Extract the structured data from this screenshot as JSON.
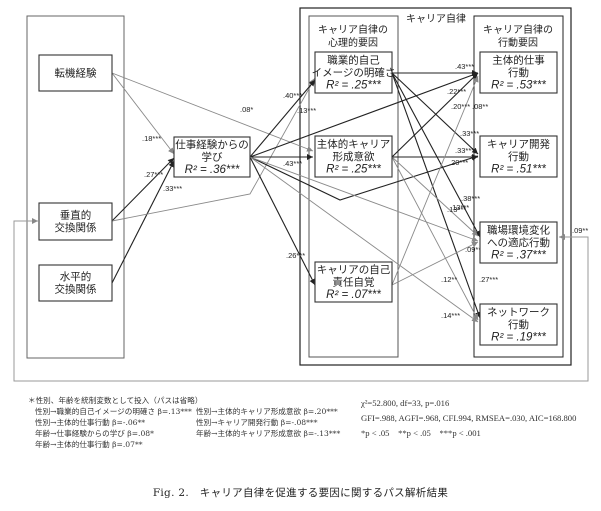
{
  "figure": {
    "caption": "Fig. 2.　キャリア自律を促進する要因に関するパス解析結果"
  },
  "groups": {
    "career_autonomy": "キャリア自律",
    "psychological": [
      "キャリア自律の",
      "心理的要因"
    ],
    "behavioral": [
      "キャリア自律の",
      "行動要因"
    ]
  },
  "nodes": {
    "tenki": {
      "lines": [
        "転機経験"
      ],
      "r2": ""
    },
    "suichoku": {
      "lines": [
        "垂直的",
        "交換関係"
      ],
      "r2": ""
    },
    "suihei": {
      "lines": [
        "水平的",
        "交換関係"
      ],
      "r2": ""
    },
    "manabi": {
      "lines": [
        "仕事経験からの",
        "学び"
      ],
      "r2": "R² = .36***"
    },
    "shokugyo": {
      "lines": [
        "職業的自己",
        "イメージの明確さ"
      ],
      "r2": "R² = .25***"
    },
    "shutai_career": {
      "lines": [
        "主体的キャリア",
        "形成意欲"
      ],
      "r2": "R² = .25***"
    },
    "jiko_sekinin": {
      "lines": [
        "キャリアの自己",
        "責任自覚"
      ],
      "r2": "R² = .07***"
    },
    "shutai_shigoto": {
      "lines": [
        "主体的仕事",
        "行動"
      ],
      "r2": "R² = .53***"
    },
    "career_kaihatsu": {
      "lines": [
        "キャリア開発",
        "行動"
      ],
      "r2": "R² = .51***"
    },
    "shokuba": {
      "lines": [
        "職場環境変化",
        "への適応行動"
      ],
      "r2": "R² = .37***"
    },
    "network": {
      "lines": [
        "ネットワーク",
        "行動"
      ],
      "r2": "R² = .19***"
    }
  },
  "paths": [
    {
      "from": "tenki",
      "to": "manabi",
      "coef": ".18***",
      "style": "gray"
    },
    {
      "from": "tenki",
      "to": "shutai_career",
      "coef": ".08*",
      "style": "gray"
    },
    {
      "from": "suichoku",
      "to": "manabi",
      "coef": ".27***",
      "style": "black"
    },
    {
      "from": "suihei",
      "to": "manabi",
      "coef": ".33***",
      "style": "black"
    },
    {
      "from": "suichoku",
      "to": "shokugyo",
      "coef": ".13***",
      "style": "gray"
    },
    {
      "from": "manabi",
      "to": "shokugyo",
      "coef": ".40***",
      "style": "black"
    },
    {
      "from": "manabi",
      "to": "shutai_career",
      "coef": ".43***",
      "style": "black"
    },
    {
      "from": "manabi",
      "to": "jiko_sekinin",
      "coef": ".26***",
      "style": "black"
    },
    {
      "from": "manabi",
      "to": "shutai_shigoto",
      "coef": ".22***",
      "style": "black"
    },
    {
      "from": "manabi",
      "to": "career_kaihatsu",
      "coef": ".20***",
      "style": "black"
    },
    {
      "from": "manabi",
      "to": "shokuba",
      "coef": ".13***",
      "style": "gray"
    },
    {
      "from": "manabi",
      "to": "network",
      "coef": ".14***",
      "style": "gray"
    },
    {
      "from": "shokugyo",
      "to": "shutai_shigoto",
      "coef": ".43***",
      "style": "black"
    },
    {
      "from": "shokugyo",
      "to": "career_kaihatsu",
      "coef": ".33***",
      "style": "black"
    },
    {
      "from": "shokugyo",
      "to": "shokuba",
      "coef": ".38***",
      "style": "black"
    },
    {
      "from": "shokugyo",
      "to": "network",
      "coef": ".27***",
      "style": "black"
    },
    {
      "from": "shutai_career",
      "to": "shutai_shigoto",
      "coef": ".20***",
      "style": "black"
    },
    {
      "from": "shutai_career",
      "to": "career_kaihatsu",
      "coef": ".33***",
      "style": "black"
    },
    {
      "from": "shutai_career",
      "to": "shokuba",
      "coef": ".13***",
      "style": "gray"
    },
    {
      "from": "shutai_career",
      "to": "network",
      "coef": ".12**",
      "style": "gray"
    },
    {
      "from": "jiko_sekinin",
      "to": "shutai_shigoto",
      "coef": ".08**",
      "style": "gray"
    },
    {
      "from": "jiko_sekinin",
      "to": "shokuba",
      "coef": ".09**",
      "style": "gray"
    },
    {
      "from": "suichoku",
      "to": "shokuba",
      "coef": ".09**",
      "style": "gray"
    }
  ],
  "notes": {
    "header": "＊性別、年齢を統制変数として投入（パスは省略）",
    "left": [
      "性別→職業的自己イメージの明確さ β=.13***",
      "性別→主体的仕事行動 β=-.06**",
      "年齢→仕事経験からの学び β=.08*",
      "年齢→主体的仕事行動 β=.07**"
    ],
    "right": [
      "性別→主体的キャリア形成意欲 β=.20***",
      "性別→キャリア開発行動 β=-.08***",
      "年齢→主体的キャリア形成意欲 β=-.13***"
    ]
  },
  "fit": {
    "line1": "χ²=52.800, df=33, p=.016",
    "line2": "GFI=.988, AGFI=.968, CFI.994, RMSEA=.030, AIC=168.800",
    "line3": "*p < .05　**p < .05　***p < .001"
  }
}
